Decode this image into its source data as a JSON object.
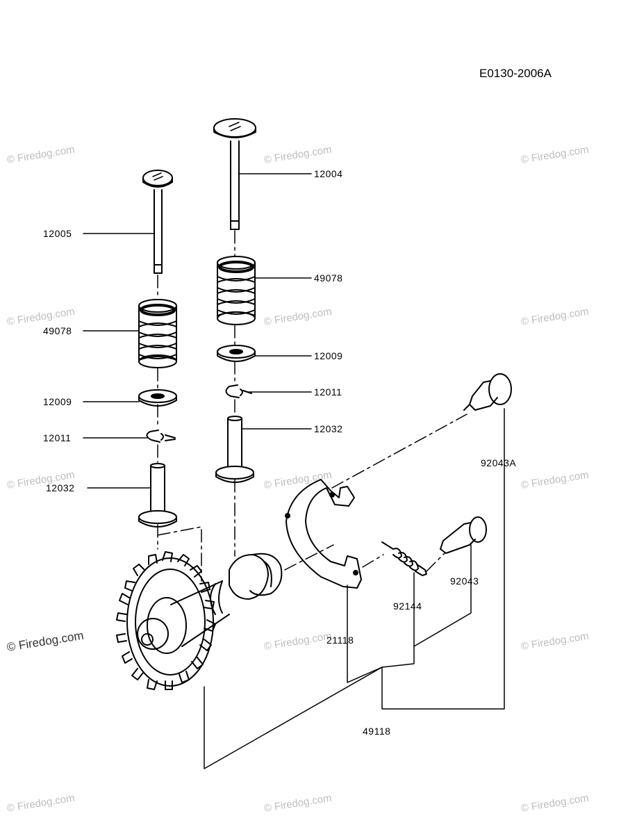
{
  "diagram_ref": "E0130-2006A",
  "watermark": "© Firedog.com",
  "parts": {
    "p12004": "12004",
    "p12005": "12005",
    "p49078_right": "49078",
    "p49078_left": "49078",
    "p12009_right": "12009",
    "p12009_left": "12009",
    "p12011_right": "12011",
    "p12011_left": "12011",
    "p12032_right": "12032",
    "p12032_left": "12032",
    "p92043A": "92043A",
    "p92043": "92043",
    "p92144": "92144",
    "p21118": "21118",
    "p49118": "49118"
  }
}
